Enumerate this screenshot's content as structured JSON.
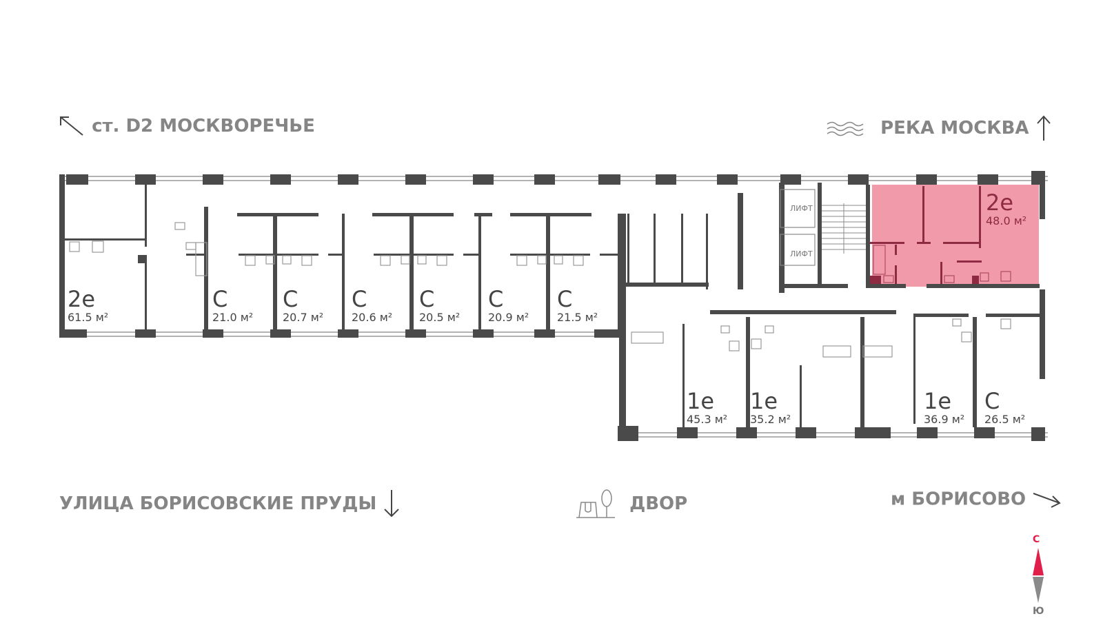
{
  "directions": {
    "top_left": {
      "label": "ст. D2 МОСКВОРЕЧЬЕ",
      "icon": "arrow-up-left-icon"
    },
    "top_right": {
      "label": "РЕКА МОСКВА",
      "icon": "arrow-up-icon",
      "left_icon": "river-waves-icon"
    },
    "bottom_left": {
      "label": "УЛИЦА БОРИСОВСКИЕ ПРУДЫ",
      "icon": "arrow-down-icon"
    },
    "bottom_center": {
      "label": "ДВОР",
      "icon": "courtyard-playground-icon"
    },
    "bottom_right": {
      "label": "м БОРИСОВО",
      "icon": "arrow-down-right-icon"
    }
  },
  "compass": {
    "north": "С",
    "south": "Ю",
    "north_color": "#e0204a",
    "south_color": "#8a8a8a"
  },
  "colors": {
    "wall": "#4a4a4a",
    "selected_fill": "#f09aaa",
    "selected_wall": "#8e2a42"
  },
  "lift_label": "ЛИФТ",
  "apartments": [
    {
      "id": "apt-1",
      "type": "2е",
      "area": "61.5 м²",
      "selected": false
    },
    {
      "id": "apt-2",
      "type": "С",
      "area": "21.0 м²",
      "selected": false
    },
    {
      "id": "apt-3",
      "type": "С",
      "area": "20.7 м²",
      "selected": false
    },
    {
      "id": "apt-4",
      "type": "С",
      "area": "20.6 м²",
      "selected": false
    },
    {
      "id": "apt-5",
      "type": "С",
      "area": "20.5 м²",
      "selected": false
    },
    {
      "id": "apt-6",
      "type": "С",
      "area": "20.9 м²",
      "selected": false
    },
    {
      "id": "apt-7",
      "type": "С",
      "area": "21.5 м²",
      "selected": false
    },
    {
      "id": "apt-8",
      "type": "2е",
      "area": "48.0 м²",
      "selected": true
    },
    {
      "id": "apt-9",
      "type": "1е",
      "area": "45.3 м²",
      "selected": false
    },
    {
      "id": "apt-10",
      "type": "1е",
      "area": "35.2 м²",
      "selected": false
    },
    {
      "id": "apt-11",
      "type": "1е",
      "area": "36.9 м²",
      "selected": false
    },
    {
      "id": "apt-12",
      "type": "С",
      "area": "26.5 м²",
      "selected": false
    }
  ]
}
